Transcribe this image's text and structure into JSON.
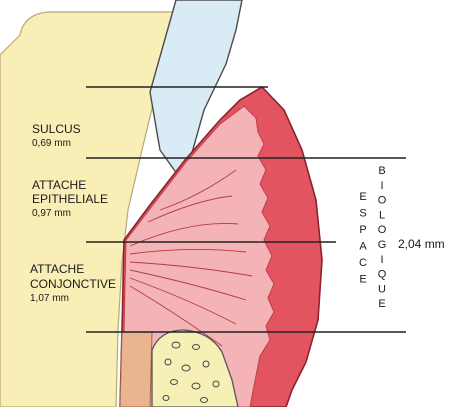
{
  "zones": [
    {
      "name": "SULCUS",
      "value": "0,69 mm"
    },
    {
      "name_lines": [
        "ATTACHE",
        "EPITHELIALE"
      ],
      "value": "0,97 mm"
    },
    {
      "name_lines": [
        "ATTACHE",
        "CONJONCTIVE"
      ],
      "value": "1,07 mm"
    }
  ],
  "espace_label": "ESPACE",
  "biologique_label": "BIOLOGIQUE",
  "total": "2,04 mm",
  "colors": {
    "background": "#ffffff",
    "tooth": "#f8eeb6",
    "enamel": "#d9ecf6",
    "gingiva_outer": "#e25560",
    "gingiva_inner": "#f4b3b6",
    "bone": "#f6f0b6",
    "root_cementum": "#e9b48f",
    "lines": "#222222"
  }
}
